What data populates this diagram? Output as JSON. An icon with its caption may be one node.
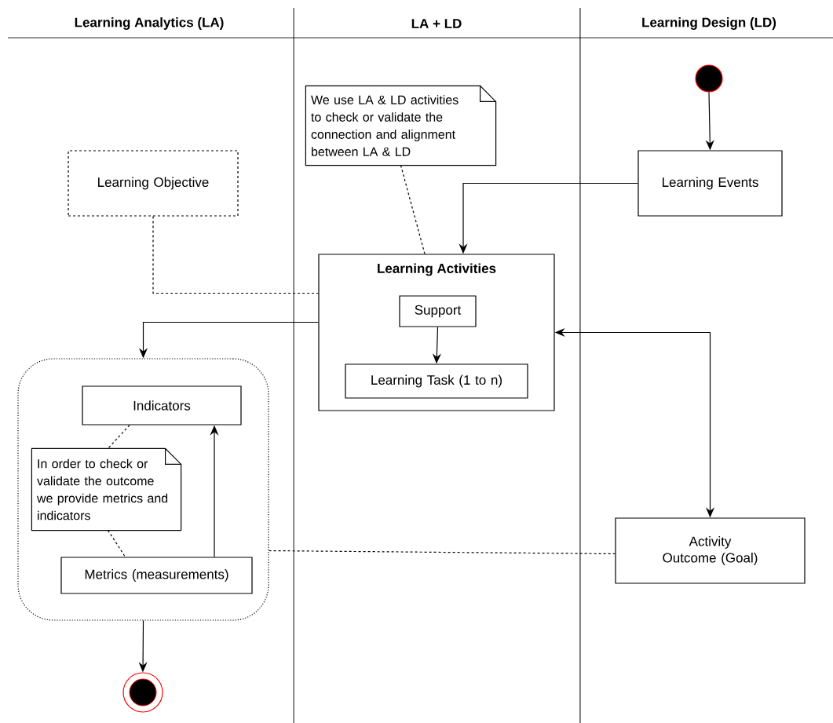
{
  "diagram": {
    "nodes": [
      {
        "text": [],
        "shape": "circle"
      },
      {
        "text": [
          "Learning Events"
        ]
      },
      {
        "text": [
          "We use LA & LD activities to check or validate the connection and alignment between LA & LD"
        ]
      },
      {
        "text": [
          "Learning Objective"
        ]
      },
      {
        "text": [
          "Learning Activities"
        ]
      },
      {
        "text": [
          "Support"
        ],
        "in": 4
      },
      {
        "text": [
          "Learning Task (1 to n)"
        ],
        "in": 4
      },
      {
        "text": [],
        "shape": "box"
      },
      {
        "text": [
          "Indicators"
        ],
        "in": 7
      },
      {
        "text": [
          "In order to check or validate the outcome we provide metrics and indicators"
        ],
        "in": 7
      },
      {
        "text": [
          "Metrics (measurements)"
        ],
        "in": 7
      },
      {
        "text": [
          "Activity Outcome (Goal)"
        ]
      },
      {
        "text": [],
        "shape": "circle"
      }
    ],
    "edges": [
      {
        "from": 0,
        "to": 1,
        "arrow": "to"
      },
      {
        "from": 1,
        "to": 4,
        "arrow": "to"
      },
      {
        "from": 2,
        "to": 4,
        "arrow": "none",
        "style": "dashed"
      },
      {
        "from": 3,
        "to": 4,
        "arrow": "none",
        "style": "dashed"
      },
      {
        "from": 4,
        "to": 7,
        "arrow": "to"
      },
      {
        "from": 5,
        "to": 6,
        "arrow": "to"
      },
      {
        "from": 4,
        "to": 11,
        "arrow": "both"
      },
      {
        "from": 8,
        "to": 9,
        "arrow": "none",
        "style": "dashed"
      },
      {
        "from": 9,
        "to": 10,
        "arrow": "none",
        "style": "dashed"
      },
      {
        "from": 10,
        "to": 8,
        "arrow": "to"
      },
      {
        "from": 7,
        "to": 11,
        "arrow": "none",
        "style": "dashed"
      },
      {
        "from": 7,
        "to": 12,
        "arrow": "to"
      }
    ],
    "labels": [
      "Learning Analytics (LA)",
      "LA + LD",
      "Learning Design (LD)"
    ]
  }
}
